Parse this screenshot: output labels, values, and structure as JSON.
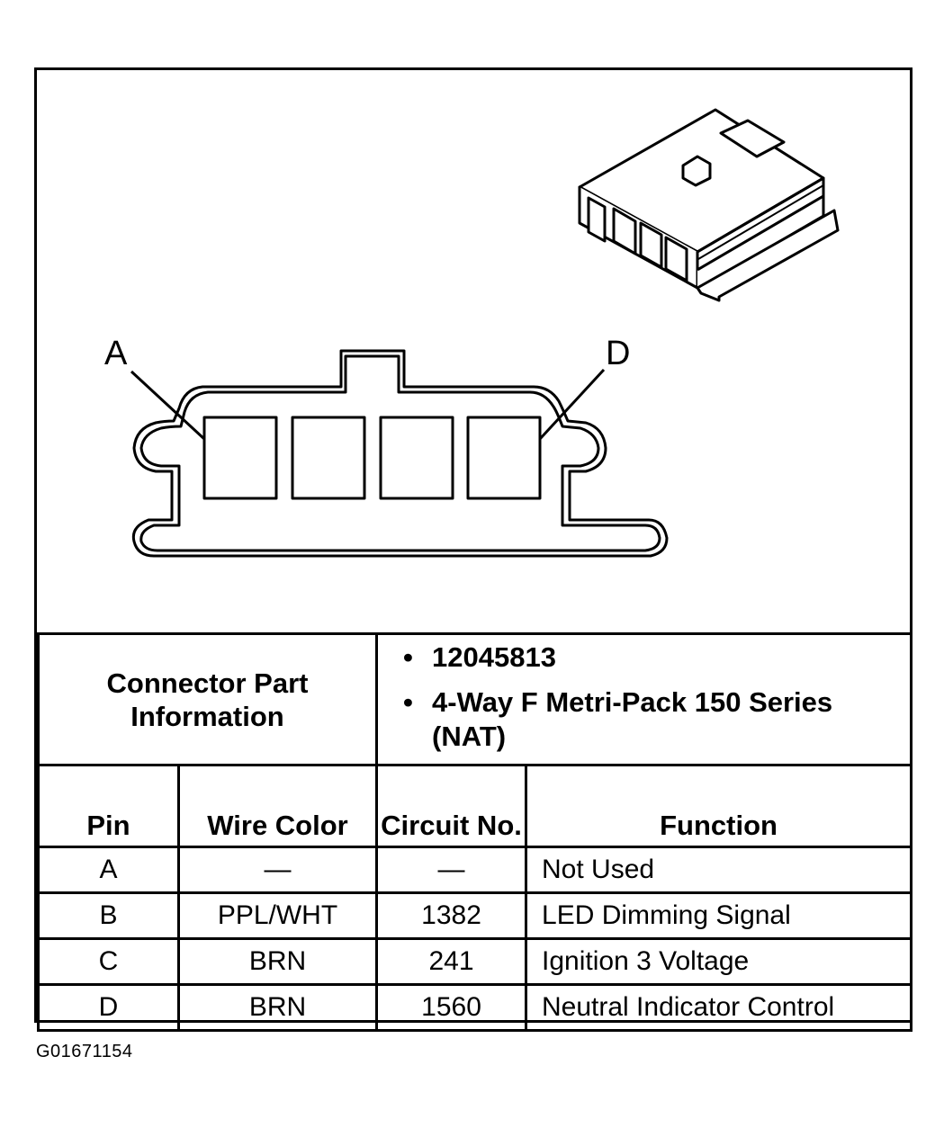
{
  "connector": {
    "pin_labels": {
      "first": "A",
      "last": "D"
    }
  },
  "part_info": {
    "label": "Connector Part Information",
    "items": [
      "12045813",
      "4-Way F Metri-Pack 150 Series (NAT)"
    ]
  },
  "table": {
    "headers": [
      "Pin",
      "Wire Color",
      "Circuit No.",
      "Function"
    ],
    "rows": [
      {
        "pin": "A",
        "wire_color": "—",
        "circuit": "—",
        "function": "Not Used"
      },
      {
        "pin": "B",
        "wire_color": "PPL/WHT",
        "circuit": "1382",
        "function": "LED Dimming Signal"
      },
      {
        "pin": "C",
        "wire_color": "BRN",
        "circuit": "241",
        "function": "Ignition 3 Voltage"
      },
      {
        "pin": "D",
        "wire_color": "BRN",
        "circuit": "1560",
        "function": "Neutral Indicator Control"
      }
    ]
  },
  "figure_id": "G01671154",
  "colors": {
    "ink": "#000000",
    "paper": "#ffffff"
  }
}
